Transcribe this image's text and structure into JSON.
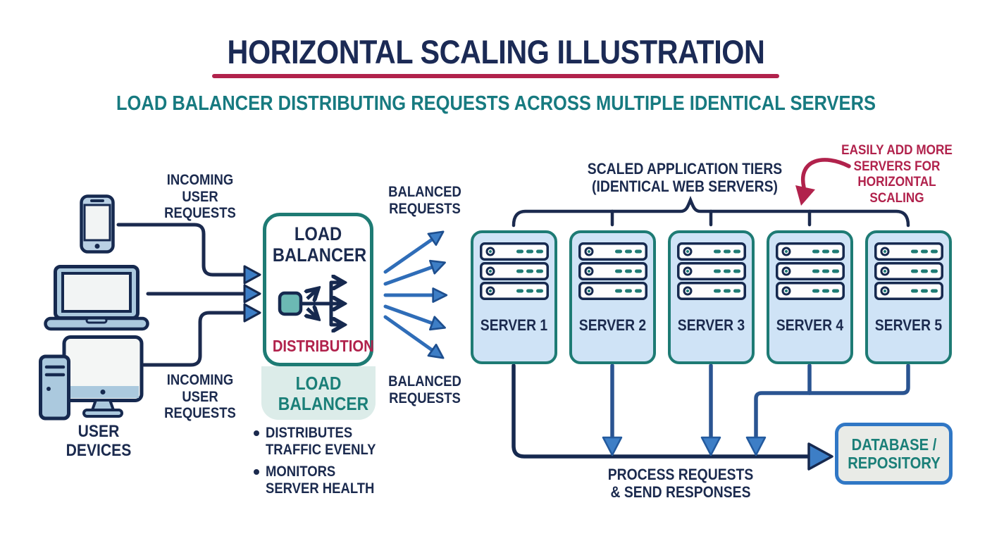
{
  "header": {
    "title": "HORIZONTAL SCALING ILLUSTRATION",
    "subtitle": "LOAD BALANCER DISTRIBUTING REQUESTS ACROSS MULTIPLE IDENTICAL SERVERS"
  },
  "left_section": {
    "incoming_label_top": "INCOMING USER REQUESTS",
    "incoming_label_bottom": "INCOMING USER REQUESTS",
    "devices_caption": "USER DEVICES",
    "device_icons": [
      "smartphone-icon",
      "laptop-icon",
      "desktop-computer-icon"
    ]
  },
  "load_balancer": {
    "box_title": "LOAD BALANCER",
    "icon": "distribution-icon",
    "distribution_label": "DISTRIBUTION",
    "sub_label": "LOAD BALANCER",
    "bullets": [
      "DISTRIBUTES TRAFFIC EVENLY",
      "MONITORS SERVER HEALTH"
    ]
  },
  "balanced": {
    "top": "BALANCED REQUESTS",
    "bottom": "BALANCED REQUESTS"
  },
  "server_tier": {
    "tier_label": [
      "SCALED APPLICATION TIERS",
      "(IDENTICAL WEB SERVERS)"
    ],
    "scaling_note": "EASILY ADD MORE SERVERS FOR HORIZONTAL SCALING",
    "server_icon": "server-rack-icon",
    "servers": [
      "SERVER 1",
      "SERVER 2",
      "SERVER 3",
      "SERVER 4",
      "SERVER 5"
    ]
  },
  "bottom_section": {
    "process_label": [
      "PROCESS REQUESTS",
      "& SEND RESPONSES"
    ],
    "database_label": "DATABASE / REPOSITORY"
  },
  "colors": {
    "navy": "#1b2a4e",
    "teal_border": "#1e7b74",
    "teal_text": "#1a7f78",
    "subtitle_teal": "#177a80",
    "crimson": "#b1224c",
    "arrow_blue_fill": "#3d7ec6",
    "arrow_blue_line": "#2f6db8",
    "connector_steel": "#2a5491",
    "server_fill": "#cfe3f6",
    "lb_sub_fill": "#dcece9",
    "database_fill": "#e9ebe7",
    "database_border": "#3077c5"
  }
}
